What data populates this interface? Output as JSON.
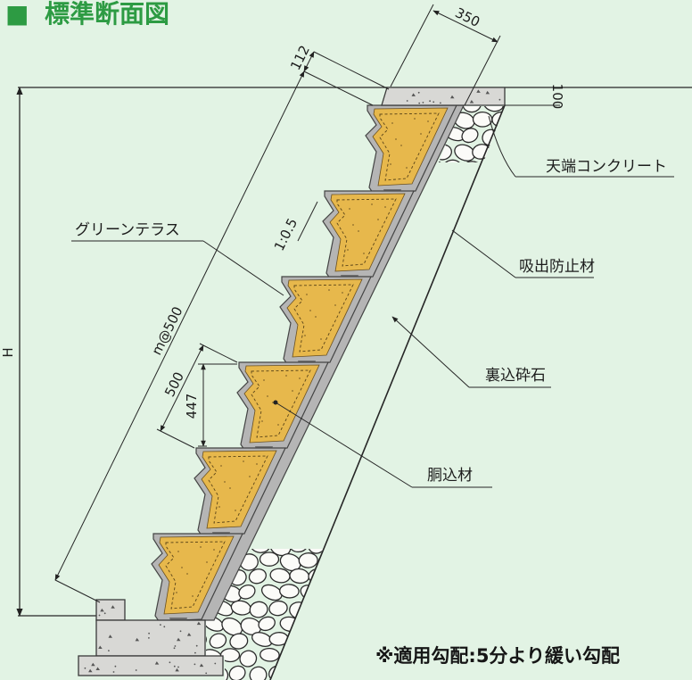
{
  "title": {
    "marker": "■",
    "text": "標準断面図"
  },
  "dimensions": {
    "thickness": "350",
    "crest_offset": "112",
    "crest_height": "100",
    "slope_ratio": "1:0.5",
    "slope_pitch": "m@500",
    "unit_pitch": "500",
    "unit_height": "447",
    "wall_height": "H"
  },
  "labels": {
    "crest_concrete": "天端コンクリート",
    "suction_prevention": "吸出防止材",
    "green_terrace": "グリーンテラス",
    "backfill_gravel": "裏込砕石",
    "body_fill": "胴込材"
  },
  "note": "※適用勾配:5分より緩い勾配",
  "colors": {
    "background": "#e2f3e4",
    "title": "#2d9b43",
    "terrace_fill": "#e7b84c",
    "terrace_frame": "#b5b5b5"
  }
}
